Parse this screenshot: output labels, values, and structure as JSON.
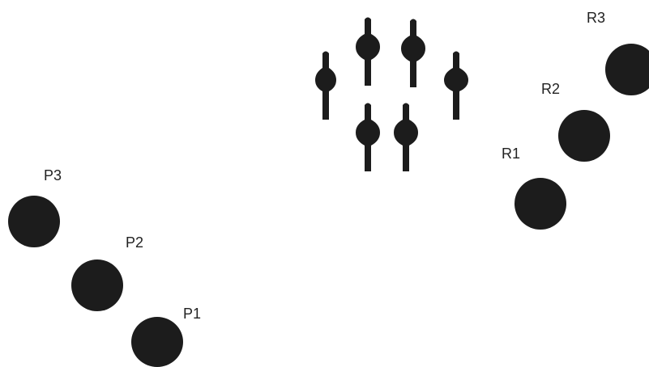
{
  "colors": {
    "background": "#ffffff",
    "marker": "#1c1c1c",
    "label": "#222222"
  },
  "group_p": {
    "items": [
      {
        "id": "p1",
        "label": "P1"
      },
      {
        "id": "p2",
        "label": "P2"
      },
      {
        "id": "p3",
        "label": "P3"
      }
    ]
  },
  "group_r": {
    "items": [
      {
        "id": "r1",
        "label": "R1"
      },
      {
        "id": "r2",
        "label": "R2"
      },
      {
        "id": "r3",
        "label": "R3"
      }
    ]
  },
  "pins": {
    "count": 6
  }
}
